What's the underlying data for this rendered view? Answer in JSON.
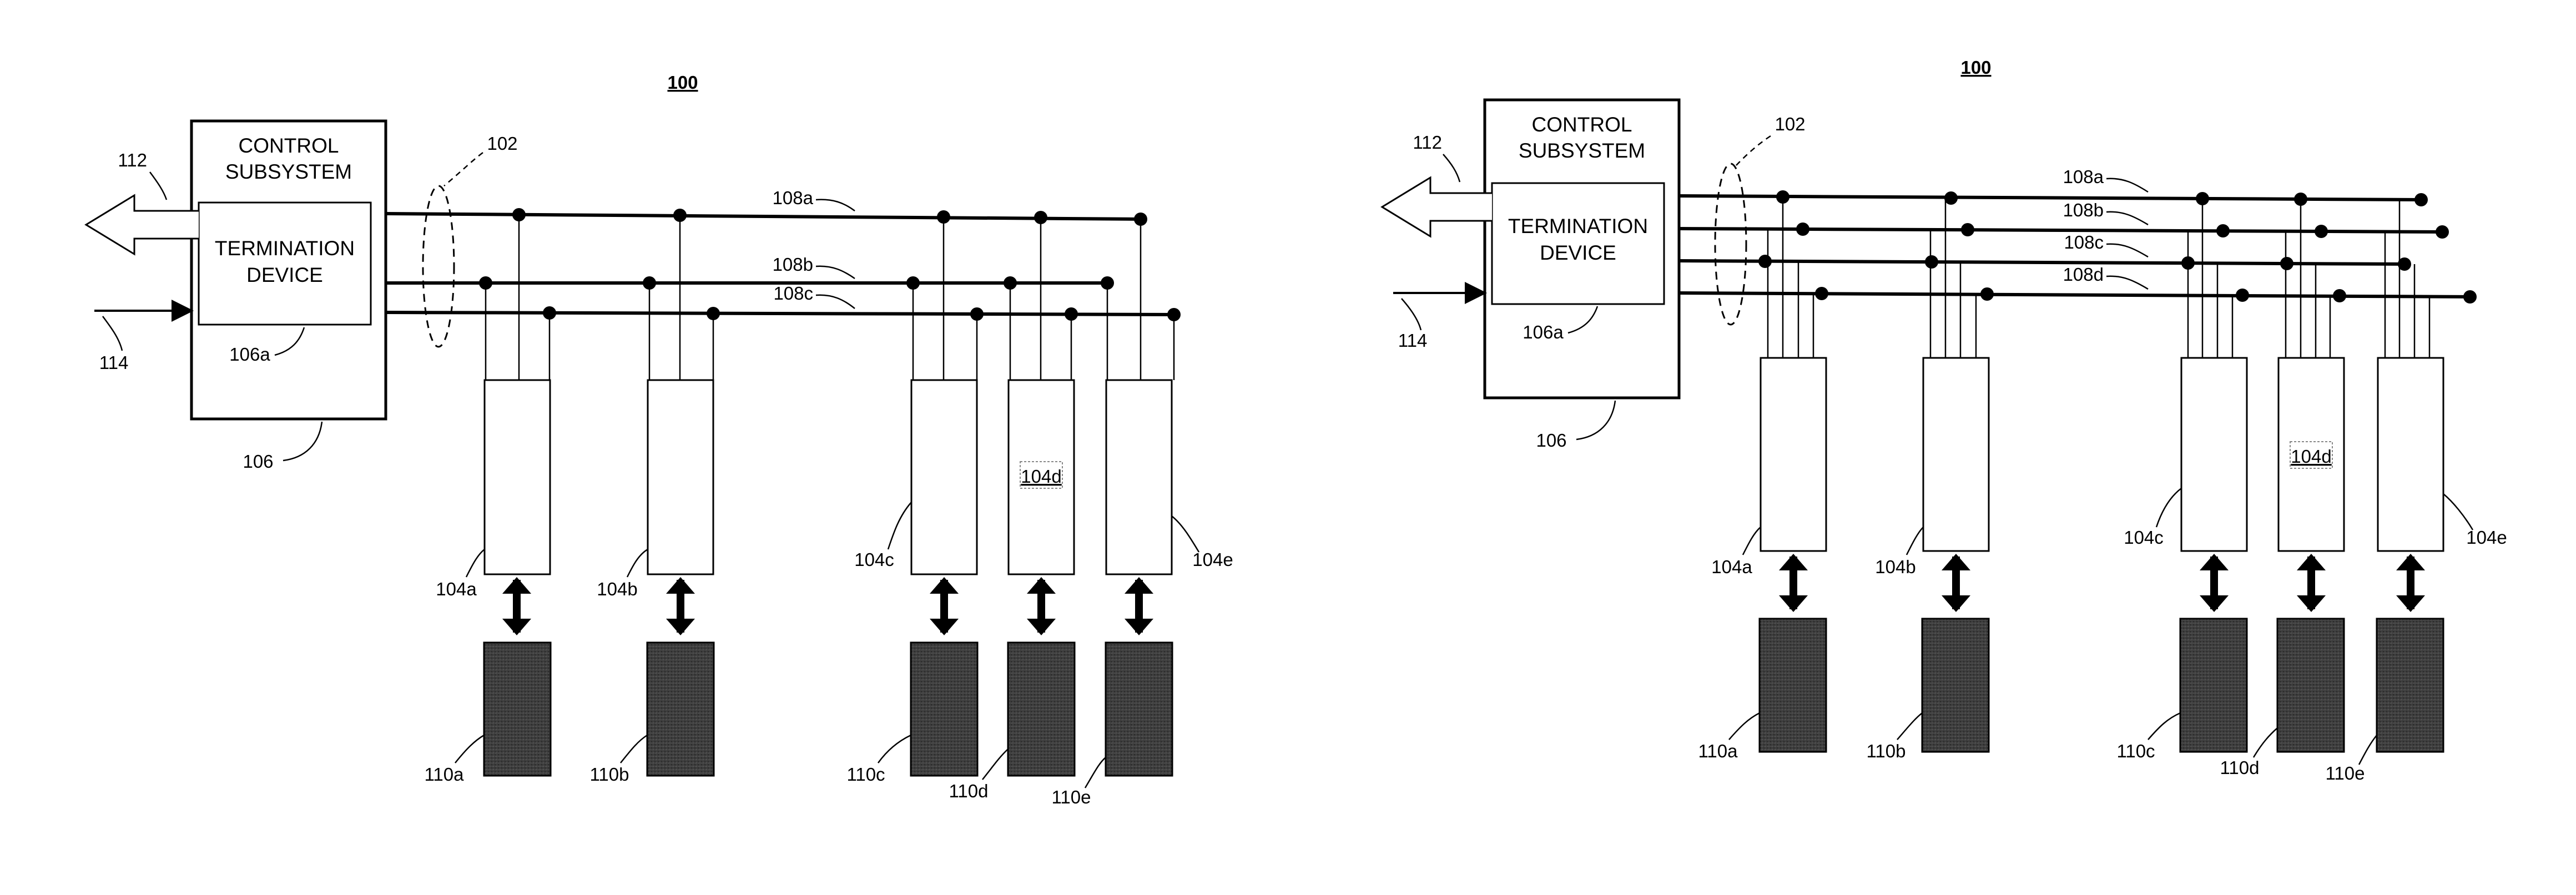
{
  "figures": [
    {
      "title": "100",
      "control_title_line1": "CONTROL",
      "control_title_line2": "SUBSYSTEM",
      "termination_line1": "TERMINATION",
      "termination_line2": "DEVICE",
      "labels": {
        "bus_group": "102",
        "control": "106",
        "termination": "106a",
        "out_arrow": "112",
        "in_arrow": "114",
        "lines": [
          "108a",
          "108b",
          "108c"
        ],
        "modules": [
          "104a",
          "104b",
          "104c",
          "104d",
          "104e"
        ],
        "devices": [
          "110a",
          "110b",
          "110c",
          "110d",
          "110e"
        ]
      }
    },
    {
      "title": "100",
      "control_title_line1": "CONTROL",
      "control_title_line2": "SUBSYSTEM",
      "termination_line1": "TERMINATION",
      "termination_line2": "DEVICE",
      "labels": {
        "bus_group": "102",
        "control": "106",
        "termination": "106a",
        "out_arrow": "112",
        "in_arrow": "114",
        "lines": [
          "108a",
          "108b",
          "108c",
          "108d"
        ],
        "modules": [
          "104a",
          "104b",
          "104c",
          "104d",
          "104e"
        ],
        "devices": [
          "110a",
          "110b",
          "110c",
          "110d",
          "110e"
        ]
      }
    }
  ],
  "colors": {
    "ink": "#000000",
    "device_fill": "#3a3a3a"
  }
}
